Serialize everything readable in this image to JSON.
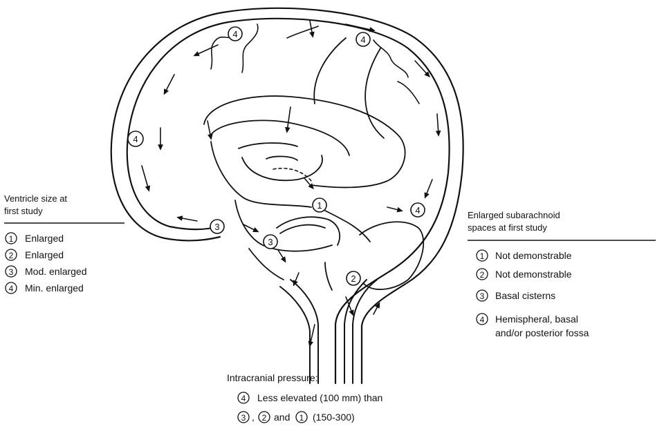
{
  "diagram_labels": {
    "num1": "1",
    "num2": "2",
    "num3": "3",
    "num4": "4"
  },
  "ventricle_legend": {
    "title_line1": "Ventricle size at",
    "title_line2": "first study",
    "items": [
      {
        "num": "1",
        "text": "Enlarged"
      },
      {
        "num": "2",
        "text": "Enlarged"
      },
      {
        "num": "3",
        "text": "Mod. enlarged"
      },
      {
        "num": "4",
        "text": "Min. enlarged"
      }
    ]
  },
  "subarachnoid_legend": {
    "title_line1": "Enlarged subarachnoid",
    "title_line2": "spaces at first study",
    "items": [
      {
        "num": "1",
        "text": "Not demonstrable"
      },
      {
        "num": "2",
        "text": "Not demonstrable"
      },
      {
        "num": "3",
        "text": "Basal cisterns"
      },
      {
        "num": "4",
        "text": "Hemispheral, basal",
        "text2": "and/or posterior fossa"
      }
    ]
  },
  "pressure_note": {
    "title": "Intracranial pressure:",
    "line1_num": "4",
    "line1_text": "Less elevated (100 mm) than",
    "line2_num_a": "3",
    "line2_sep": ",",
    "line2_num_b": "2",
    "line2_and": "and",
    "line2_num_c": "1",
    "line2_tail": "(150-300)"
  }
}
